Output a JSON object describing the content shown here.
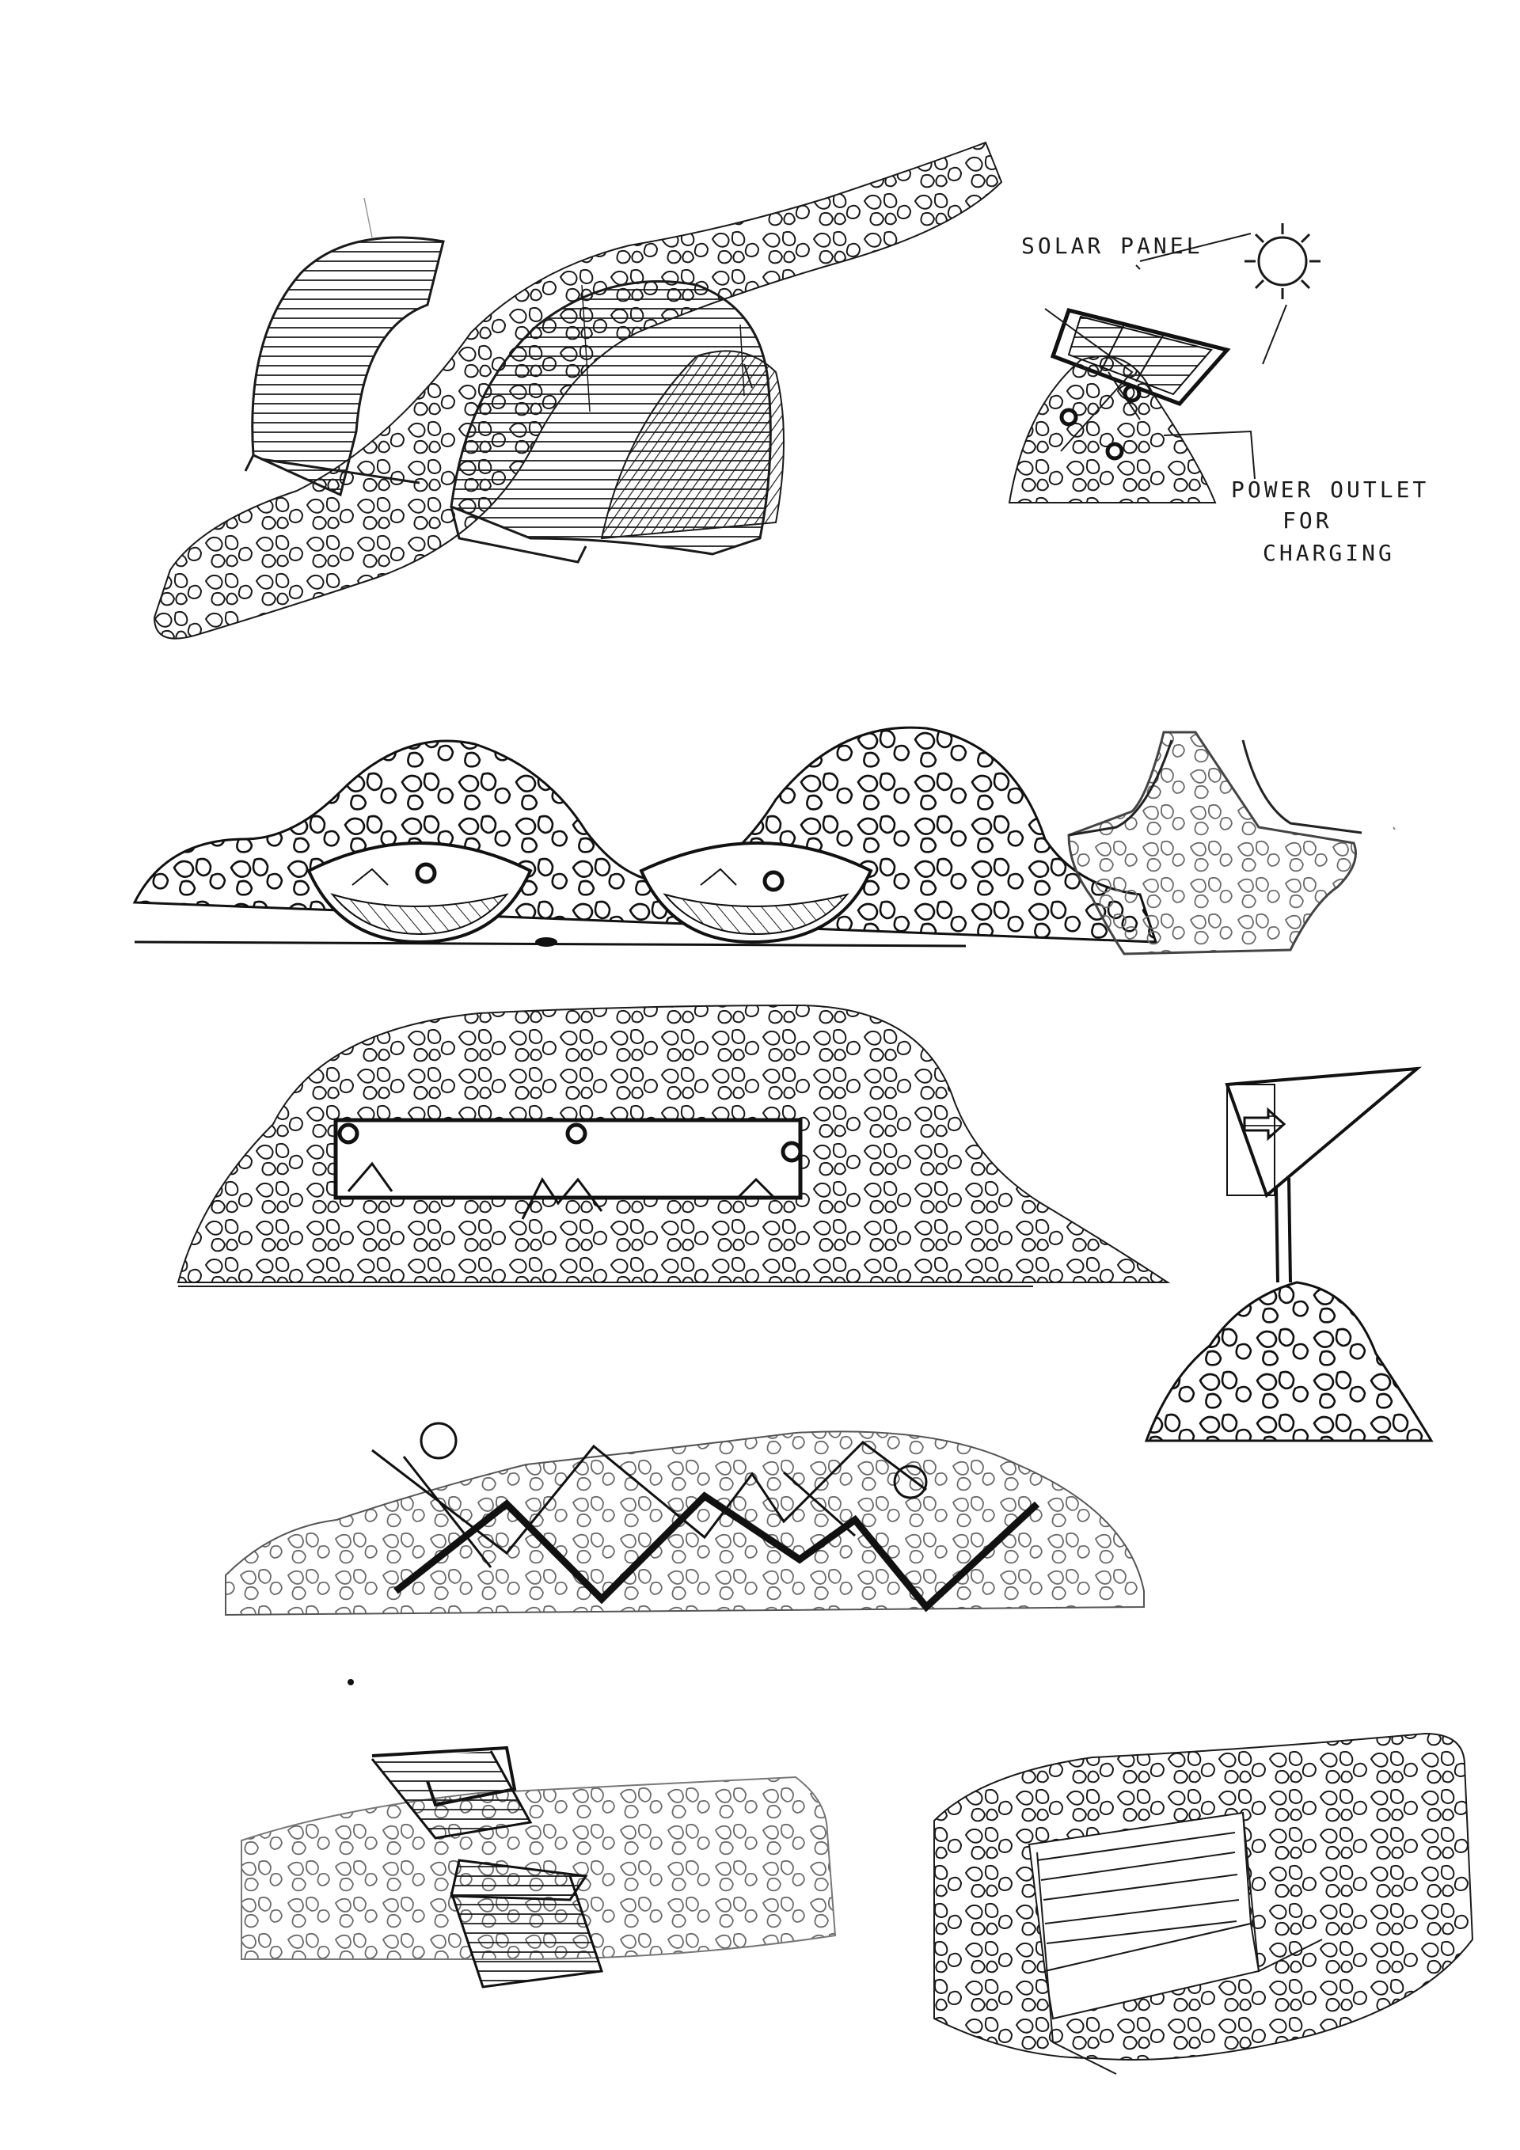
{
  "annotations": {
    "solar_panel": "SOLAR PANEL",
    "power_outlet_line1": "POWER OUTLET",
    "power_outlet_line2": "FOR",
    "power_outlet_line3": "CHARGING"
  },
  "colors": {
    "ink": "#1a1a1a",
    "pencil": "#6a6a6a",
    "paper": "#ffffff"
  },
  "icons": {
    "sun": "sun-icon",
    "arrow": "arrow-right-icon"
  }
}
